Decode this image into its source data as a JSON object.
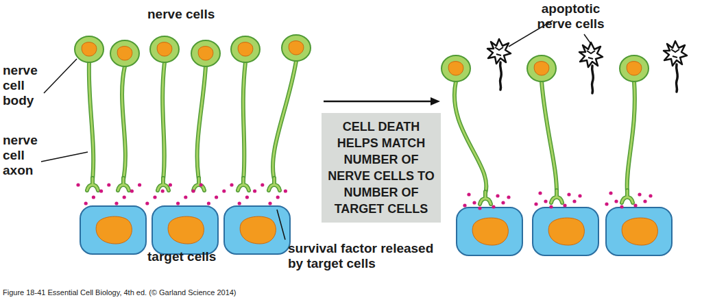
{
  "diagram": {
    "caption": "Figure 18-41 Essential Cell Biology, 4th ed. (© Garland Science 2014)",
    "nodes": [
      {
        "text": [
          "CELL DEATH HELPS MATCH NUMBER OF NERVE CELLS TO NUMBER OF TARGET CELLS"
        ]
      }
    ],
    "labels": [
      "nerve cells",
      "nerve cell body",
      "nerve cell axon",
      "target cells",
      "survival factor released by target cells",
      "apoptotic nerve cells"
    ]
  }
}
